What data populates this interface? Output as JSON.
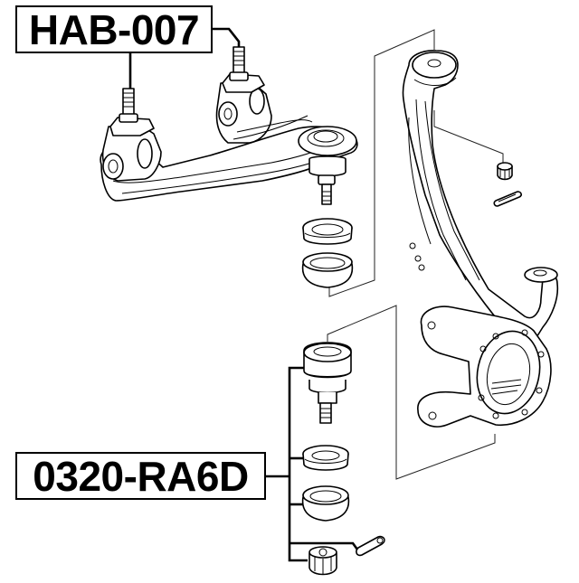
{
  "diagram": {
    "type": "exploded-parts-diagram",
    "subject": "front suspension upper arm, knuckle and lower ball joint",
    "labels": [
      {
        "id": "upper-arm-bushing",
        "part_number": "HAB-007"
      },
      {
        "id": "lower-ball-joint",
        "part_number": "0320-RA6D"
      }
    ],
    "components": [
      "upper control arm",
      "upper arm bushing bolts",
      "upper ball joint",
      "dust boot",
      "boot cap",
      "steering knuckle",
      "castle nut",
      "cotter pin",
      "lower ball joint",
      "lower dust boot",
      "lower boot cap",
      "lower cotter pin",
      "lower castle nut"
    ]
  }
}
